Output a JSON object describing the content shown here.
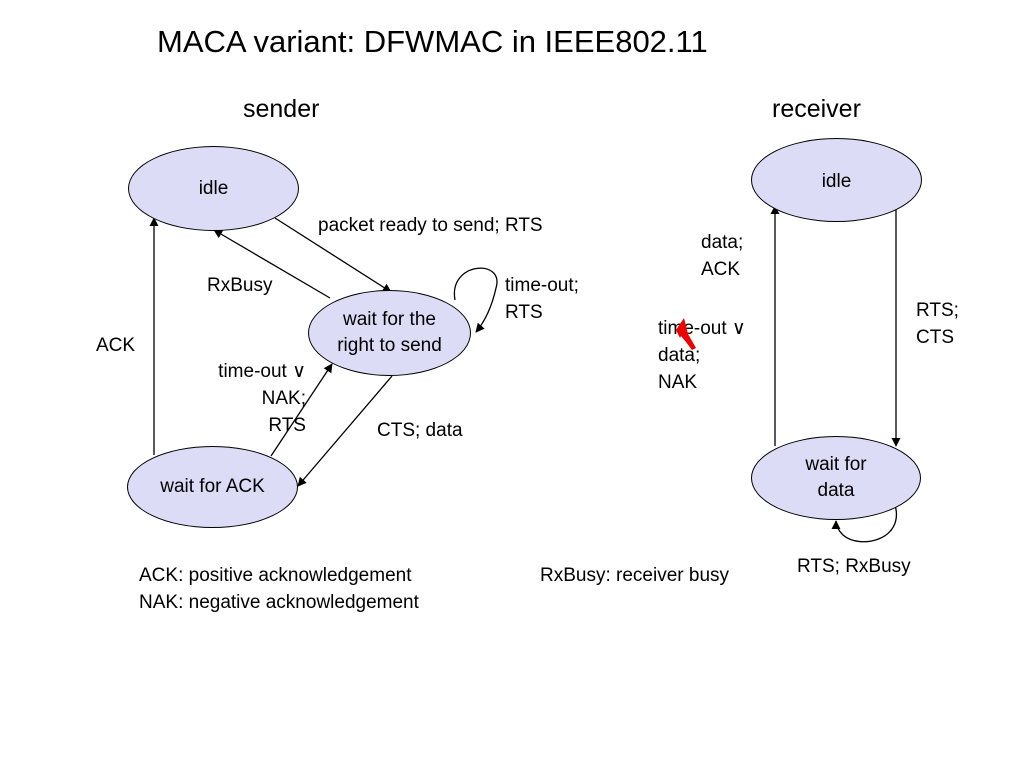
{
  "title": "MACA variant: DFWMAC in IEEE802.11",
  "sender": {
    "heading": "sender",
    "states": {
      "idle": "idle",
      "wait_right": [
        "wait for the",
        "right to send"
      ],
      "wait_ack": "wait for ACK"
    },
    "transitions": {
      "ready": "packet ready to send; RTS",
      "rxbusy": "RxBusy",
      "selfloop": [
        "time-out;",
        "RTS"
      ],
      "ack": "ACK",
      "timeout_nak": [
        "time-out ∨",
        "NAK;",
        "RTS"
      ],
      "cts_data": "CTS; data"
    }
  },
  "receiver": {
    "heading": "receiver",
    "states": {
      "idle": "idle",
      "wait_data": [
        "wait for",
        "data"
      ]
    },
    "transitions": {
      "data_ack": [
        "data;",
        "ACK"
      ],
      "timeout_data_nak": [
        "time-out ∨",
        "data;",
        "NAK"
      ],
      "rts_cts": [
        "RTS;",
        "CTS"
      ],
      "rts_rxbusy": "RTS; RxBusy"
    }
  },
  "legend": {
    "ack": "ACK: positive acknowledgement",
    "nak": "NAK: negative acknowledgement",
    "rxbusy": "RxBusy: receiver busy"
  },
  "colors": {
    "state_fill": "#dcdcf6",
    "annotation_bolt": "#ee0000"
  }
}
